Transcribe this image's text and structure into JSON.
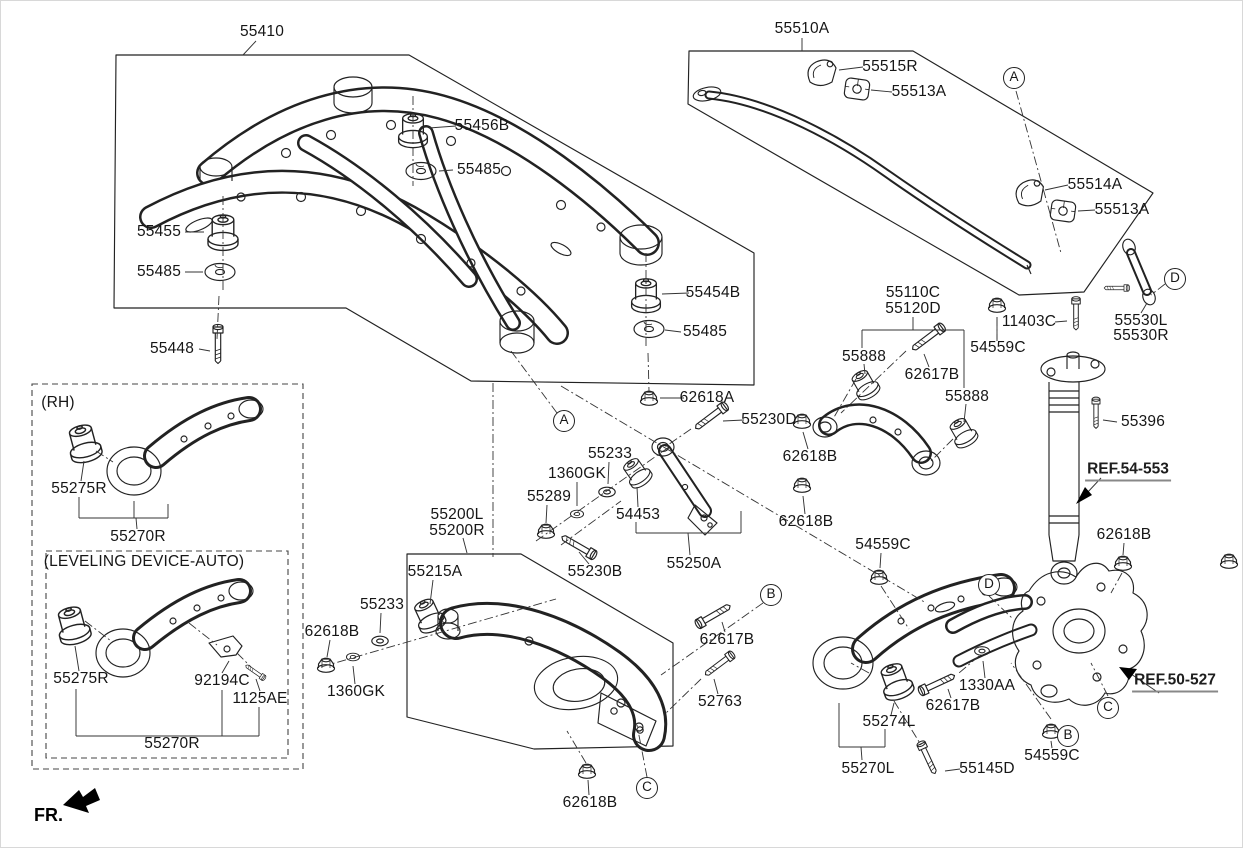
{
  "figure": {
    "fr_label": "FR.",
    "boxes": {
      "rh_label": "(RH)",
      "leveling_label": "(LEVELING DEVICE-AUTO)"
    },
    "refs": [
      {
        "text": "REF.54-553"
      },
      {
        "text": "REF.50-527"
      }
    ],
    "callouts": [
      {
        "letter": "A"
      },
      {
        "letter": "A"
      },
      {
        "letter": "B"
      },
      {
        "letter": "B"
      },
      {
        "letter": "C"
      },
      {
        "letter": "C"
      },
      {
        "letter": "D"
      },
      {
        "letter": "D"
      }
    ],
    "labels": [
      {
        "code": "55410"
      },
      {
        "code": "55456B"
      },
      {
        "code": "55485"
      },
      {
        "code": "55455"
      },
      {
        "code": "55485"
      },
      {
        "code": "55448"
      },
      {
        "code": "55510A"
      },
      {
        "code": "55515R"
      },
      {
        "code": "55513A"
      },
      {
        "code": "55514A"
      },
      {
        "code": "55513A"
      },
      {
        "code": "55530L"
      },
      {
        "code": "55530R"
      },
      {
        "code": "11403C"
      },
      {
        "code": "54559C"
      },
      {
        "code": "55110C"
      },
      {
        "code": "55120D"
      },
      {
        "code": "55888"
      },
      {
        "code": "62617B"
      },
      {
        "code": "55888"
      },
      {
        "code": "62618A"
      },
      {
        "code": "55230D"
      },
      {
        "code": "62618B"
      },
      {
        "code": "55454B"
      },
      {
        "code": "55485"
      },
      {
        "code": "55233"
      },
      {
        "code": "1360GK"
      },
      {
        "code": "55289"
      },
      {
        "code": "54453"
      },
      {
        "code": "55250A"
      },
      {
        "code": "55230B"
      },
      {
        "code": "62618B"
      },
      {
        "code": "55396"
      },
      {
        "code": "62618B"
      },
      {
        "code": "(RH)"
      },
      {
        "code": "55275R"
      },
      {
        "code": "55270R"
      },
      {
        "code": "(LEVELING DEVICE-AUTO)"
      },
      {
        "code": "55275R"
      },
      {
        "code": "92194C"
      },
      {
        "code": "1125AE"
      },
      {
        "code": "55270R"
      },
      {
        "code": "62618B"
      },
      {
        "code": "55233"
      },
      {
        "code": "1360GK"
      },
      {
        "code": "55200L"
      },
      {
        "code": "55200R"
      },
      {
        "code": "55215A"
      },
      {
        "code": "62617B"
      },
      {
        "code": "52763"
      },
      {
        "code": "62618B"
      },
      {
        "code": "54559C"
      },
      {
        "code": "1330AA"
      },
      {
        "code": "62617B"
      },
      {
        "code": "55274L"
      },
      {
        "code": "55270L"
      },
      {
        "code": "55145D"
      },
      {
        "code": "54559C"
      }
    ]
  }
}
